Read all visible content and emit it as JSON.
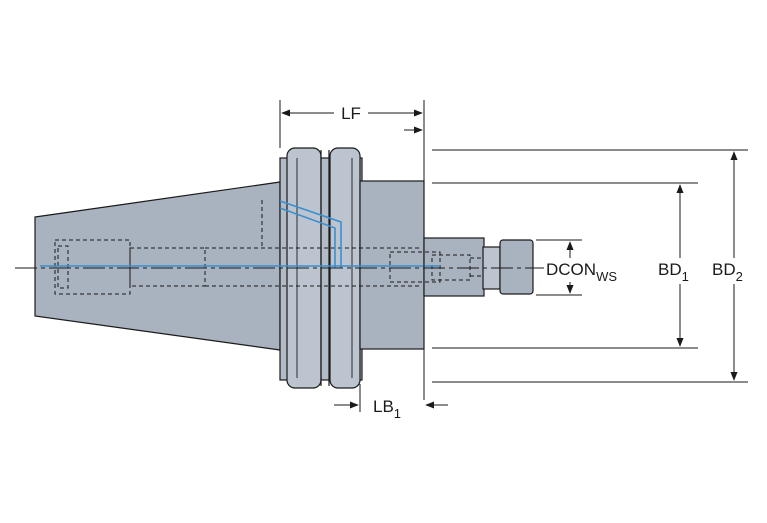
{
  "drawing": {
    "labels": {
      "lf": "LF",
      "lb1_main": "LB",
      "lb1_sub": "1",
      "dcon_main": "DCON",
      "dcon_sub": "WS",
      "bd1_main": "BD",
      "bd1_sub": "1",
      "bd2_main": "BD",
      "bd2_sub": "2"
    },
    "colors": {
      "body_fill": "#a9b3bf",
      "body_light": "#bcc5cf",
      "outline": "#1a1a1a",
      "coolant_channel": "#3a8fd0",
      "centerline": "#1a1a1a",
      "background": "#ffffff"
    }
  }
}
